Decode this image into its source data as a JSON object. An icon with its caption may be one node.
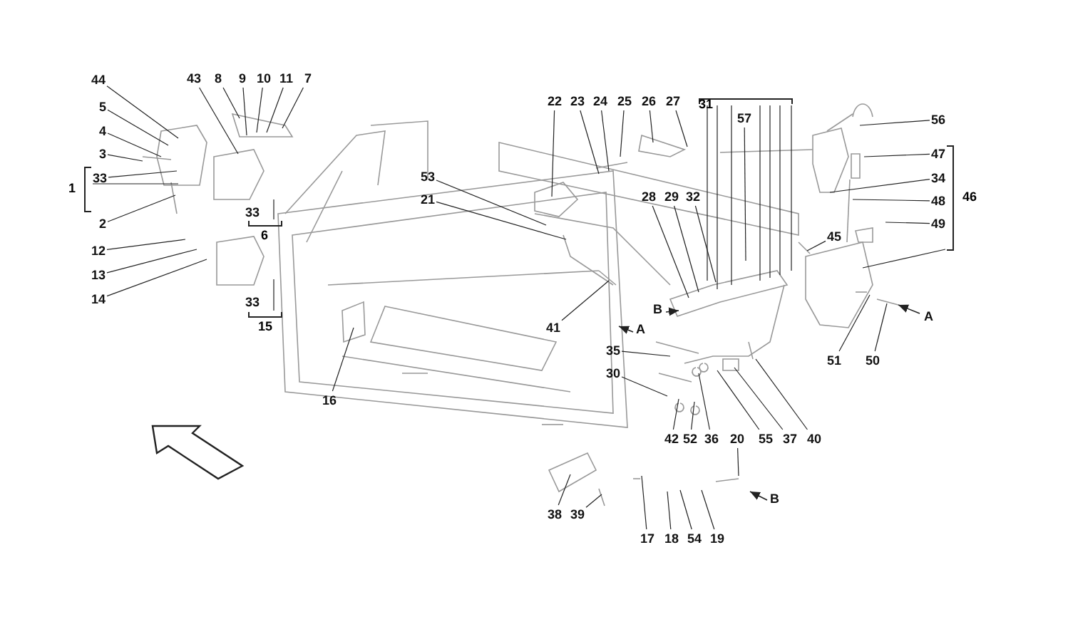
{
  "diagram": {
    "nodes": [
      {
        "text": [
          "44"
        ]
      },
      {
        "text": [
          "43"
        ]
      },
      {
        "text": [
          "8"
        ]
      },
      {
        "text": [
          "9"
        ]
      },
      {
        "text": [
          "10"
        ]
      },
      {
        "text": [
          "11"
        ]
      },
      {
        "text": [
          "7"
        ]
      },
      {
        "text": [
          "31"
        ]
      },
      {
        "text": [
          "22"
        ]
      },
      {
        "text": [
          "23"
        ]
      },
      {
        "text": [
          "24"
        ]
      },
      {
        "text": [
          "25"
        ]
      },
      {
        "text": [
          "26"
        ]
      },
      {
        "text": [
          "27"
        ]
      },
      {
        "text": [
          "5"
        ]
      },
      {
        "text": [
          "57"
        ]
      },
      {
        "text": [
          "56"
        ]
      },
      {
        "text": [
          "4"
        ]
      },
      {
        "text": [
          "3"
        ]
      },
      {
        "text": [
          "47"
        ]
      },
      {
        "text": [
          "33"
        ]
      },
      {
        "text": [
          "53"
        ]
      },
      {
        "text": [
          "34"
        ]
      },
      {
        "text": [
          "28"
        ]
      },
      {
        "text": [
          "29"
        ]
      },
      {
        "text": [
          "32"
        ]
      },
      {
        "text": [
          "1"
        ]
      },
      {
        "text": [
          "46"
        ]
      },
      {
        "text": [
          "21"
        ]
      },
      {
        "text": [
          "48"
        ]
      },
      {
        "text": [
          "2"
        ]
      },
      {
        "text": [
          "49"
        ]
      },
      {
        "text": [
          "45"
        ]
      },
      {
        "text": [
          "6"
        ]
      },
      {
        "text": [
          "12"
        ]
      },
      {
        "text": [
          "13"
        ]
      },
      {
        "text": [
          "14"
        ]
      },
      {
        "text": [
          "15"
        ]
      },
      {
        "text": [
          "41"
        ]
      },
      {
        "text": [
          "35"
        ]
      },
      {
        "text": [
          "51"
        ]
      },
      {
        "text": [
          "50"
        ]
      },
      {
        "text": [
          "30"
        ]
      },
      {
        "text": [
          "16"
        ]
      },
      {
        "text": [
          "42"
        ]
      },
      {
        "text": [
          "52"
        ]
      },
      {
        "text": [
          "36"
        ]
      },
      {
        "text": [
          "20"
        ]
      },
      {
        "text": [
          "55"
        ]
      },
      {
        "text": [
          "37"
        ]
      },
      {
        "text": [
          "40"
        ]
      },
      {
        "text": [
          "38"
        ]
      },
      {
        "text": [
          "39"
        ]
      },
      {
        "text": [
          "17"
        ]
      },
      {
        "text": [
          "18"
        ]
      },
      {
        "text": [
          "54"
        ]
      },
      {
        "text": [
          "19"
        ]
      }
    ],
    "edges": [
      {
        "from": 0,
        "to": null,
        "arrow": "none"
      },
      {
        "from": 1,
        "to": null,
        "arrow": "none"
      },
      {
        "from": 2,
        "to": null,
        "arrow": "none"
      },
      {
        "from": 3,
        "to": null,
        "arrow": "none"
      },
      {
        "from": 4,
        "to": null,
        "arrow": "none"
      },
      {
        "from": 5,
        "to": null,
        "arrow": "none"
      },
      {
        "from": 6,
        "to": null,
        "arrow": "none"
      },
      {
        "from": 7,
        "to": null,
        "arrow": "none"
      },
      {
        "from": 7,
        "to": null,
        "arrow": "none"
      },
      {
        "from": 7,
        "to": null,
        "arrow": "none"
      },
      {
        "from": 7,
        "to": null,
        "arrow": "none"
      },
      {
        "from": 7,
        "to": null,
        "arrow": "none"
      },
      {
        "from": 7,
        "to": null,
        "arrow": "none"
      },
      {
        "from": 7,
        "to": null,
        "arrow": "none"
      },
      {
        "from": 8,
        "to": null,
        "arrow": "none"
      },
      {
        "from": 9,
        "to": null,
        "arrow": "none"
      },
      {
        "from": 10,
        "to": null,
        "arrow": "none"
      },
      {
        "from": 11,
        "to": null,
        "arrow": "none"
      },
      {
        "from": 12,
        "to": null,
        "arrow": "none"
      },
      {
        "from": 13,
        "to": null,
        "arrow": "none"
      },
      {
        "from": 14,
        "to": null,
        "arrow": "none"
      },
      {
        "from": 15,
        "to": null,
        "arrow": "none"
      },
      {
        "from": 16,
        "to": null,
        "arrow": "none"
      },
      {
        "from": 17,
        "to": null,
        "arrow": "none"
      },
      {
        "from": 18,
        "to": null,
        "arrow": "none"
      },
      {
        "from": 19,
        "to": null,
        "arrow": "none"
      },
      {
        "from": 20,
        "to": null,
        "arrow": "none"
      },
      {
        "from": 21,
        "to": null,
        "arrow": "none"
      },
      {
        "from": 22,
        "to": null,
        "arrow": "none"
      },
      {
        "from": 23,
        "to": null,
        "arrow": "none"
      },
      {
        "from": 24,
        "to": null,
        "arrow": "none"
      },
      {
        "from": 25,
        "to": null,
        "arrow": "none"
      },
      {
        "from": 26,
        "to": null,
        "arrow": "none"
      },
      {
        "from": 27,
        "to": null,
        "arrow": "none"
      },
      {
        "from": 28,
        "to": null,
        "arrow": "none"
      },
      {
        "from": 29,
        "to": null,
        "arrow": "none"
      },
      {
        "from": 30,
        "to": null,
        "arrow": "none"
      },
      {
        "from": 31,
        "to": null,
        "arrow": "none"
      },
      {
        "from": 32,
        "to": null,
        "arrow": "none"
      },
      {
        "from": 33,
        "to": null,
        "arrow": "none"
      },
      {
        "from": 34,
        "to": null,
        "arrow": "none"
      },
      {
        "from": 35,
        "to": null,
        "arrow": "none"
      },
      {
        "from": 36,
        "to": null,
        "arrow": "none"
      },
      {
        "from": 37,
        "to": null,
        "arrow": "none"
      },
      {
        "from": 38,
        "to": null,
        "arrow": "none"
      },
      {
        "from": 39,
        "to": null,
        "arrow": "none"
      },
      {
        "from": 40,
        "to": null,
        "arrow": "none"
      },
      {
        "from": 41,
        "to": null,
        "arrow": "none"
      },
      {
        "from": 42,
        "to": null,
        "arrow": "none"
      },
      {
        "from": 43,
        "to": null,
        "arrow": "none"
      },
      {
        "from": 44,
        "to": null,
        "arrow": "none"
      },
      {
        "from": 45,
        "to": null,
        "arrow": "none"
      },
      {
        "from": 46,
        "to": null,
        "arrow": "none"
      },
      {
        "from": 47,
        "to": null,
        "arrow": "none"
      },
      {
        "from": 48,
        "to": null,
        "arrow": "none"
      },
      {
        "from": 49,
        "to": null,
        "arrow": "none"
      },
      {
        "from": 50,
        "to": null,
        "arrow": "none"
      },
      {
        "from": 51,
        "to": null,
        "arrow": "none"
      },
      {
        "from": 52,
        "to": null,
        "arrow": "none"
      },
      {
        "from": 53,
        "to": null,
        "arrow": "none"
      },
      {
        "from": 54,
        "to": null,
        "arrow": "none"
      },
      {
        "from": 55,
        "to": null,
        "arrow": "none"
      },
      {
        "from": 56,
        "to": null,
        "arrow": "none"
      }
    ],
    "labels": [
      "33",
      "33",
      "B",
      "A",
      "A",
      "B"
    ]
  }
}
